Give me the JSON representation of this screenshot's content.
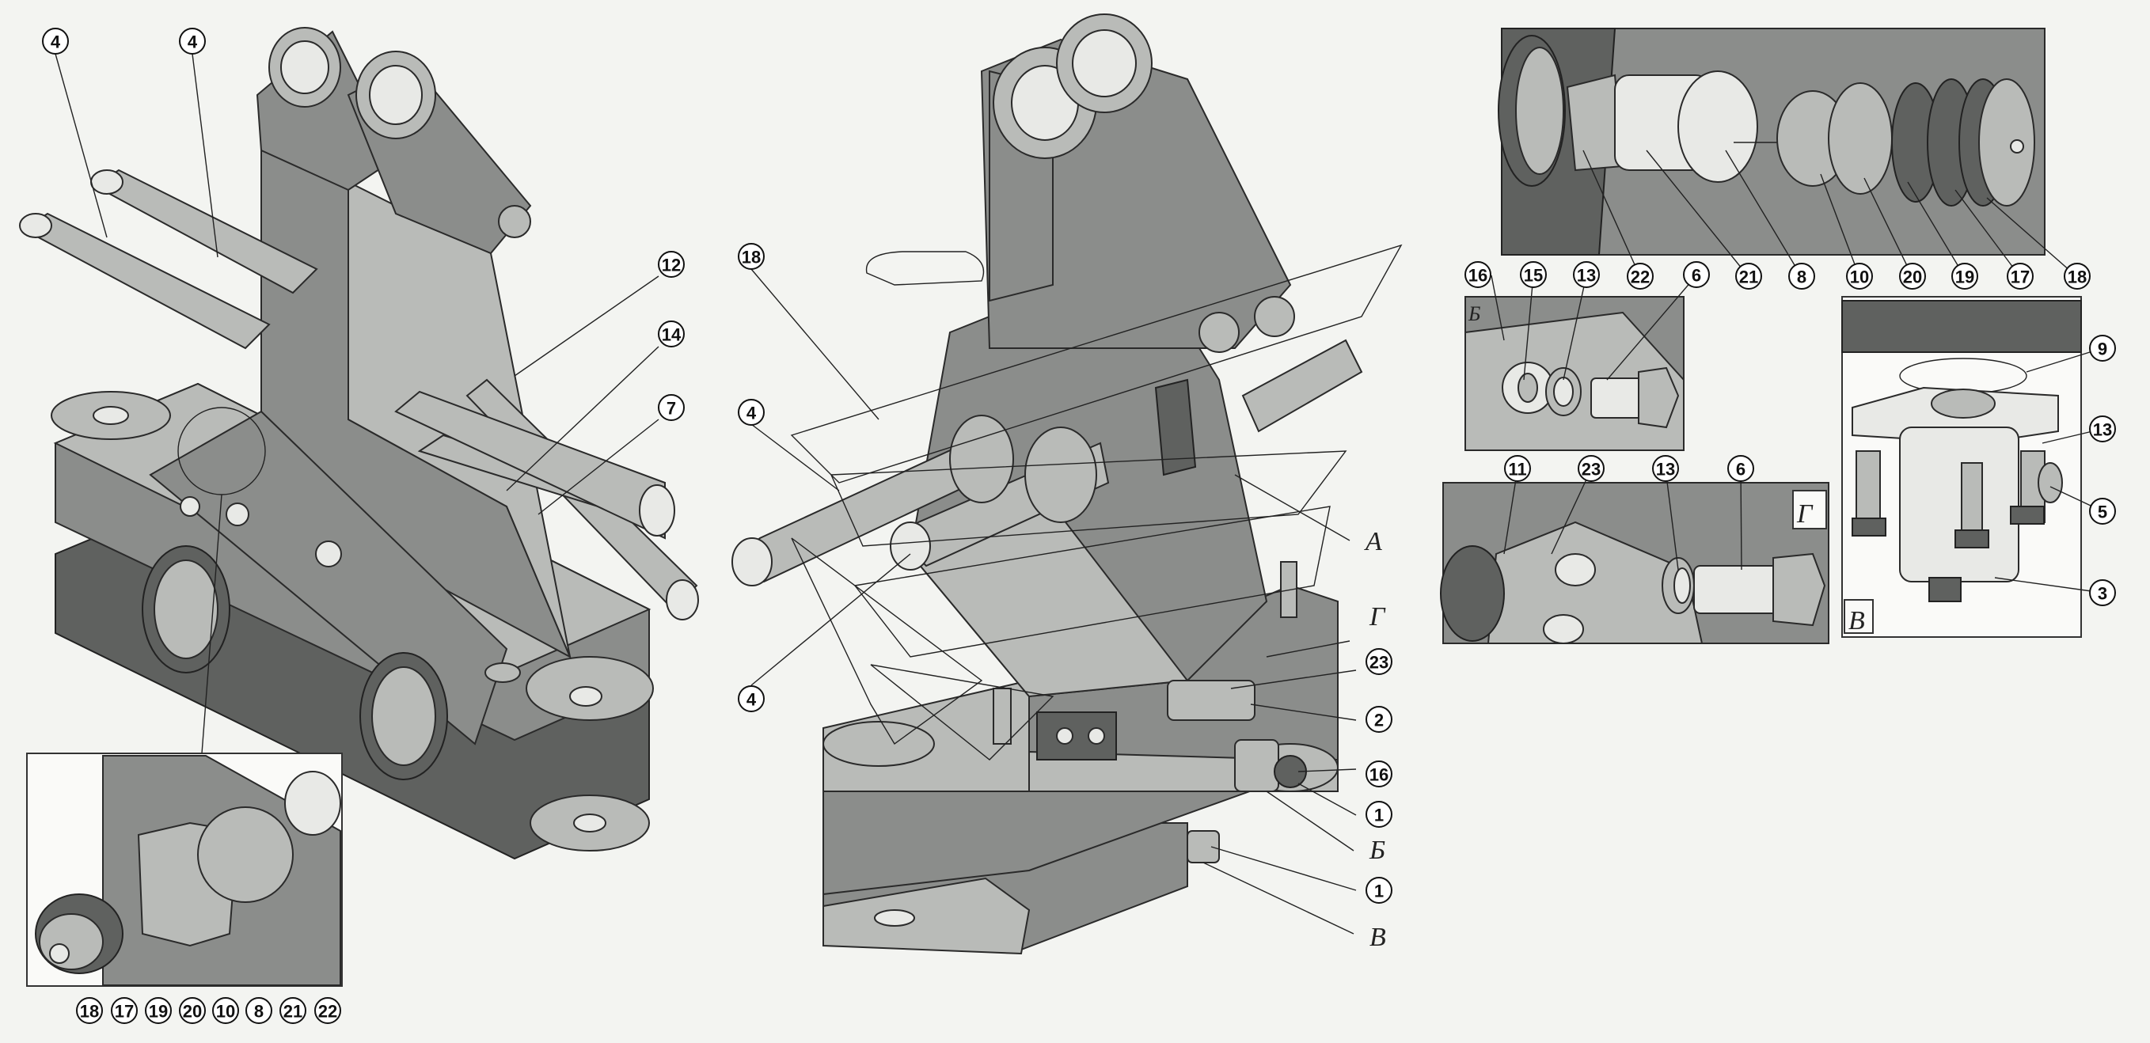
{
  "left_view_callouts": [
    "4",
    "4",
    "12",
    "14",
    "7"
  ],
  "left_inset_callouts": [
    "18",
    "17",
    "19",
    "20",
    "10",
    "8",
    "21",
    "22"
  ],
  "center_view_callouts": [
    "18",
    "4",
    "4",
    "23",
    "2",
    "16",
    "1",
    "1"
  ],
  "center_view_letters": [
    "А",
    "Г",
    "Б",
    "В"
  ],
  "inset_a_callouts": [
    "22",
    "21",
    "8",
    "10",
    "20",
    "19",
    "17",
    "18"
  ],
  "inset_b": {
    "letter": "Б",
    "callouts": [
      "16",
      "15",
      "13",
      "6"
    ]
  },
  "inset_v": {
    "letter": "В",
    "callouts": [
      "9",
      "13",
      "5",
      "3"
    ]
  },
  "inset_g": {
    "letter": "Г",
    "callouts": [
      "11",
      "23",
      "13",
      "6"
    ]
  }
}
